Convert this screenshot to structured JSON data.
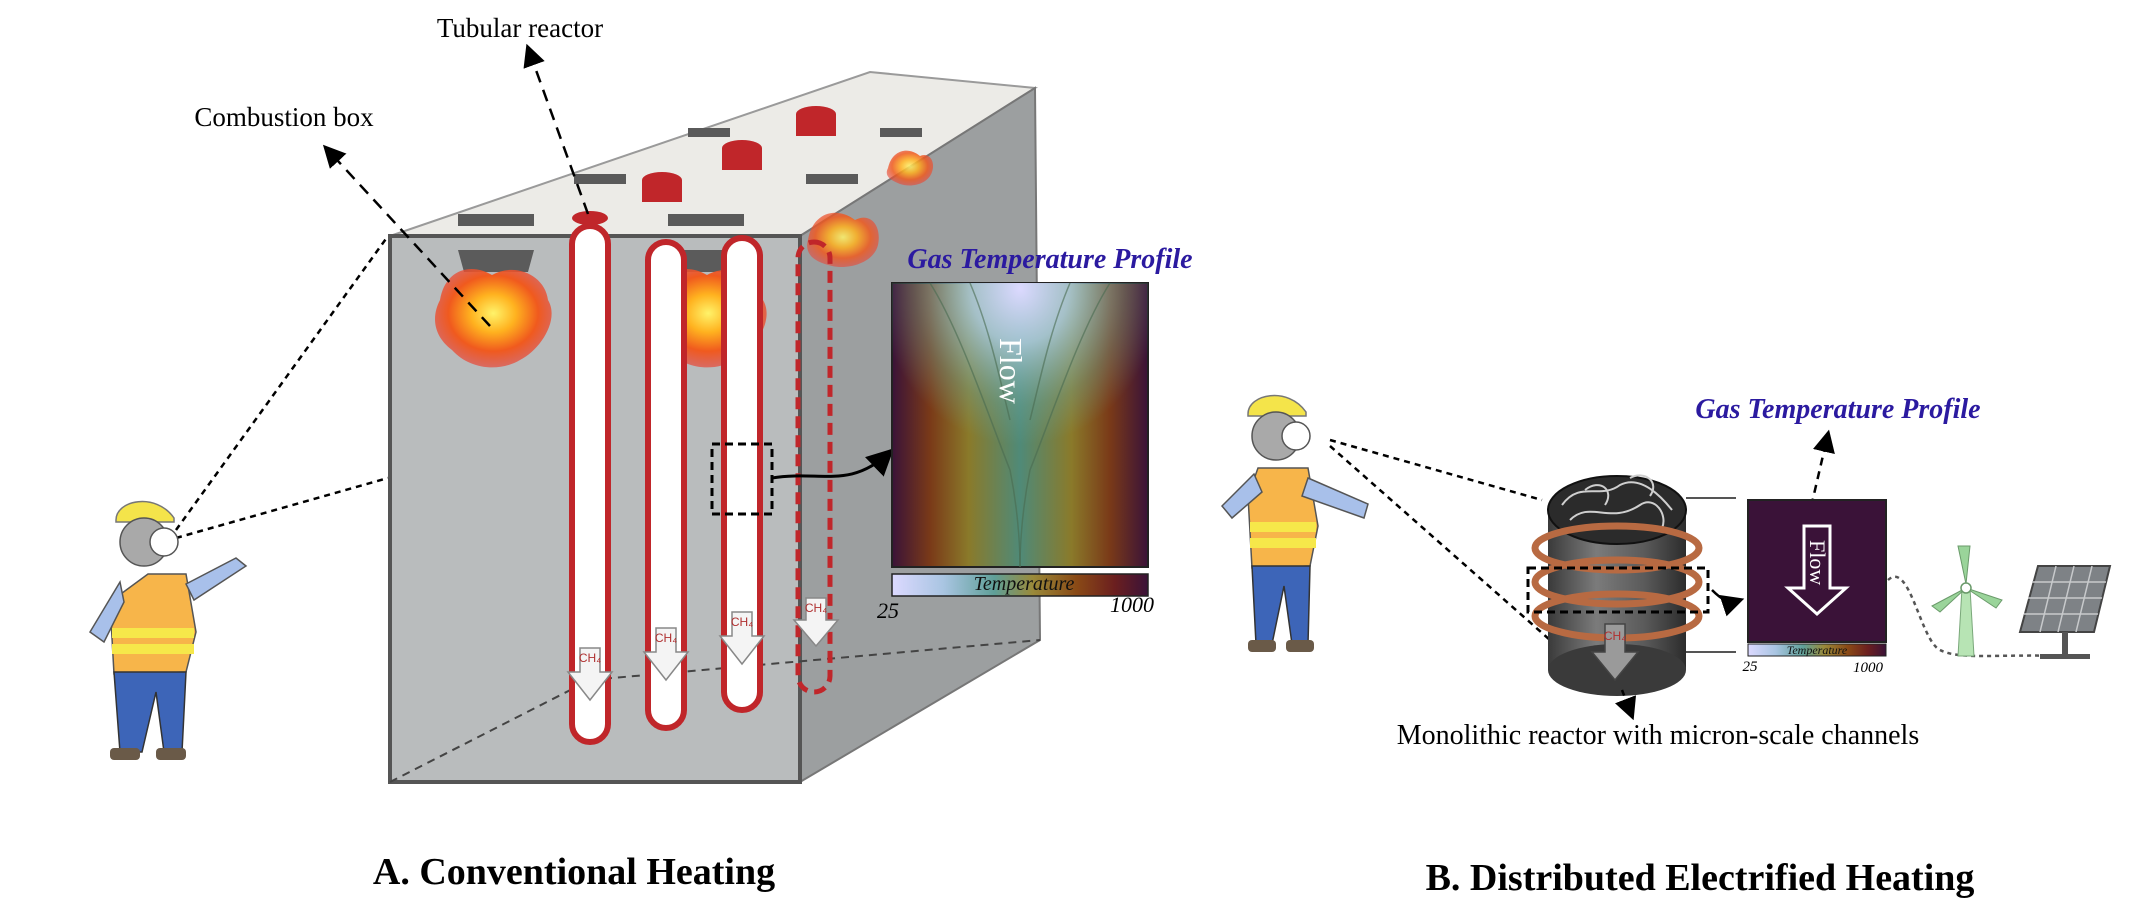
{
  "panel_a": {
    "caption": "A.   Conventional Heating",
    "label_reactor": "Tubular reactor",
    "label_combustion": "Combustion box",
    "profile": {
      "title": "Gas Temperature Profile",
      "flow_label": "Flow",
      "colorbar_label": "Temperature",
      "colorbar_min": "25",
      "colorbar_max": "1000"
    },
    "tube_label": "CH₄"
  },
  "panel_b": {
    "caption": "B.  Distributed Electrified Heating",
    "label_monolith": "Monolithic reactor with micron-scale channels",
    "profile": {
      "title": "Gas Temperature Profile",
      "flow_label": "Flow",
      "colorbar_label": "Temperature",
      "colorbar_min": "25",
      "colorbar_max": "1000"
    },
    "tube_label": "CH₄"
  },
  "colors": {
    "tube_red": "#c0262a",
    "title_blue": "#2b1aa0",
    "box_gray": "#b9bcbd",
    "coil": "#b86a42",
    "cold": "#dcd9ff",
    "hot": "#3a1238"
  },
  "icons": [
    "person-icon",
    "flame-icon",
    "wind-turbine-icon",
    "solar-panel-icon"
  ]
}
